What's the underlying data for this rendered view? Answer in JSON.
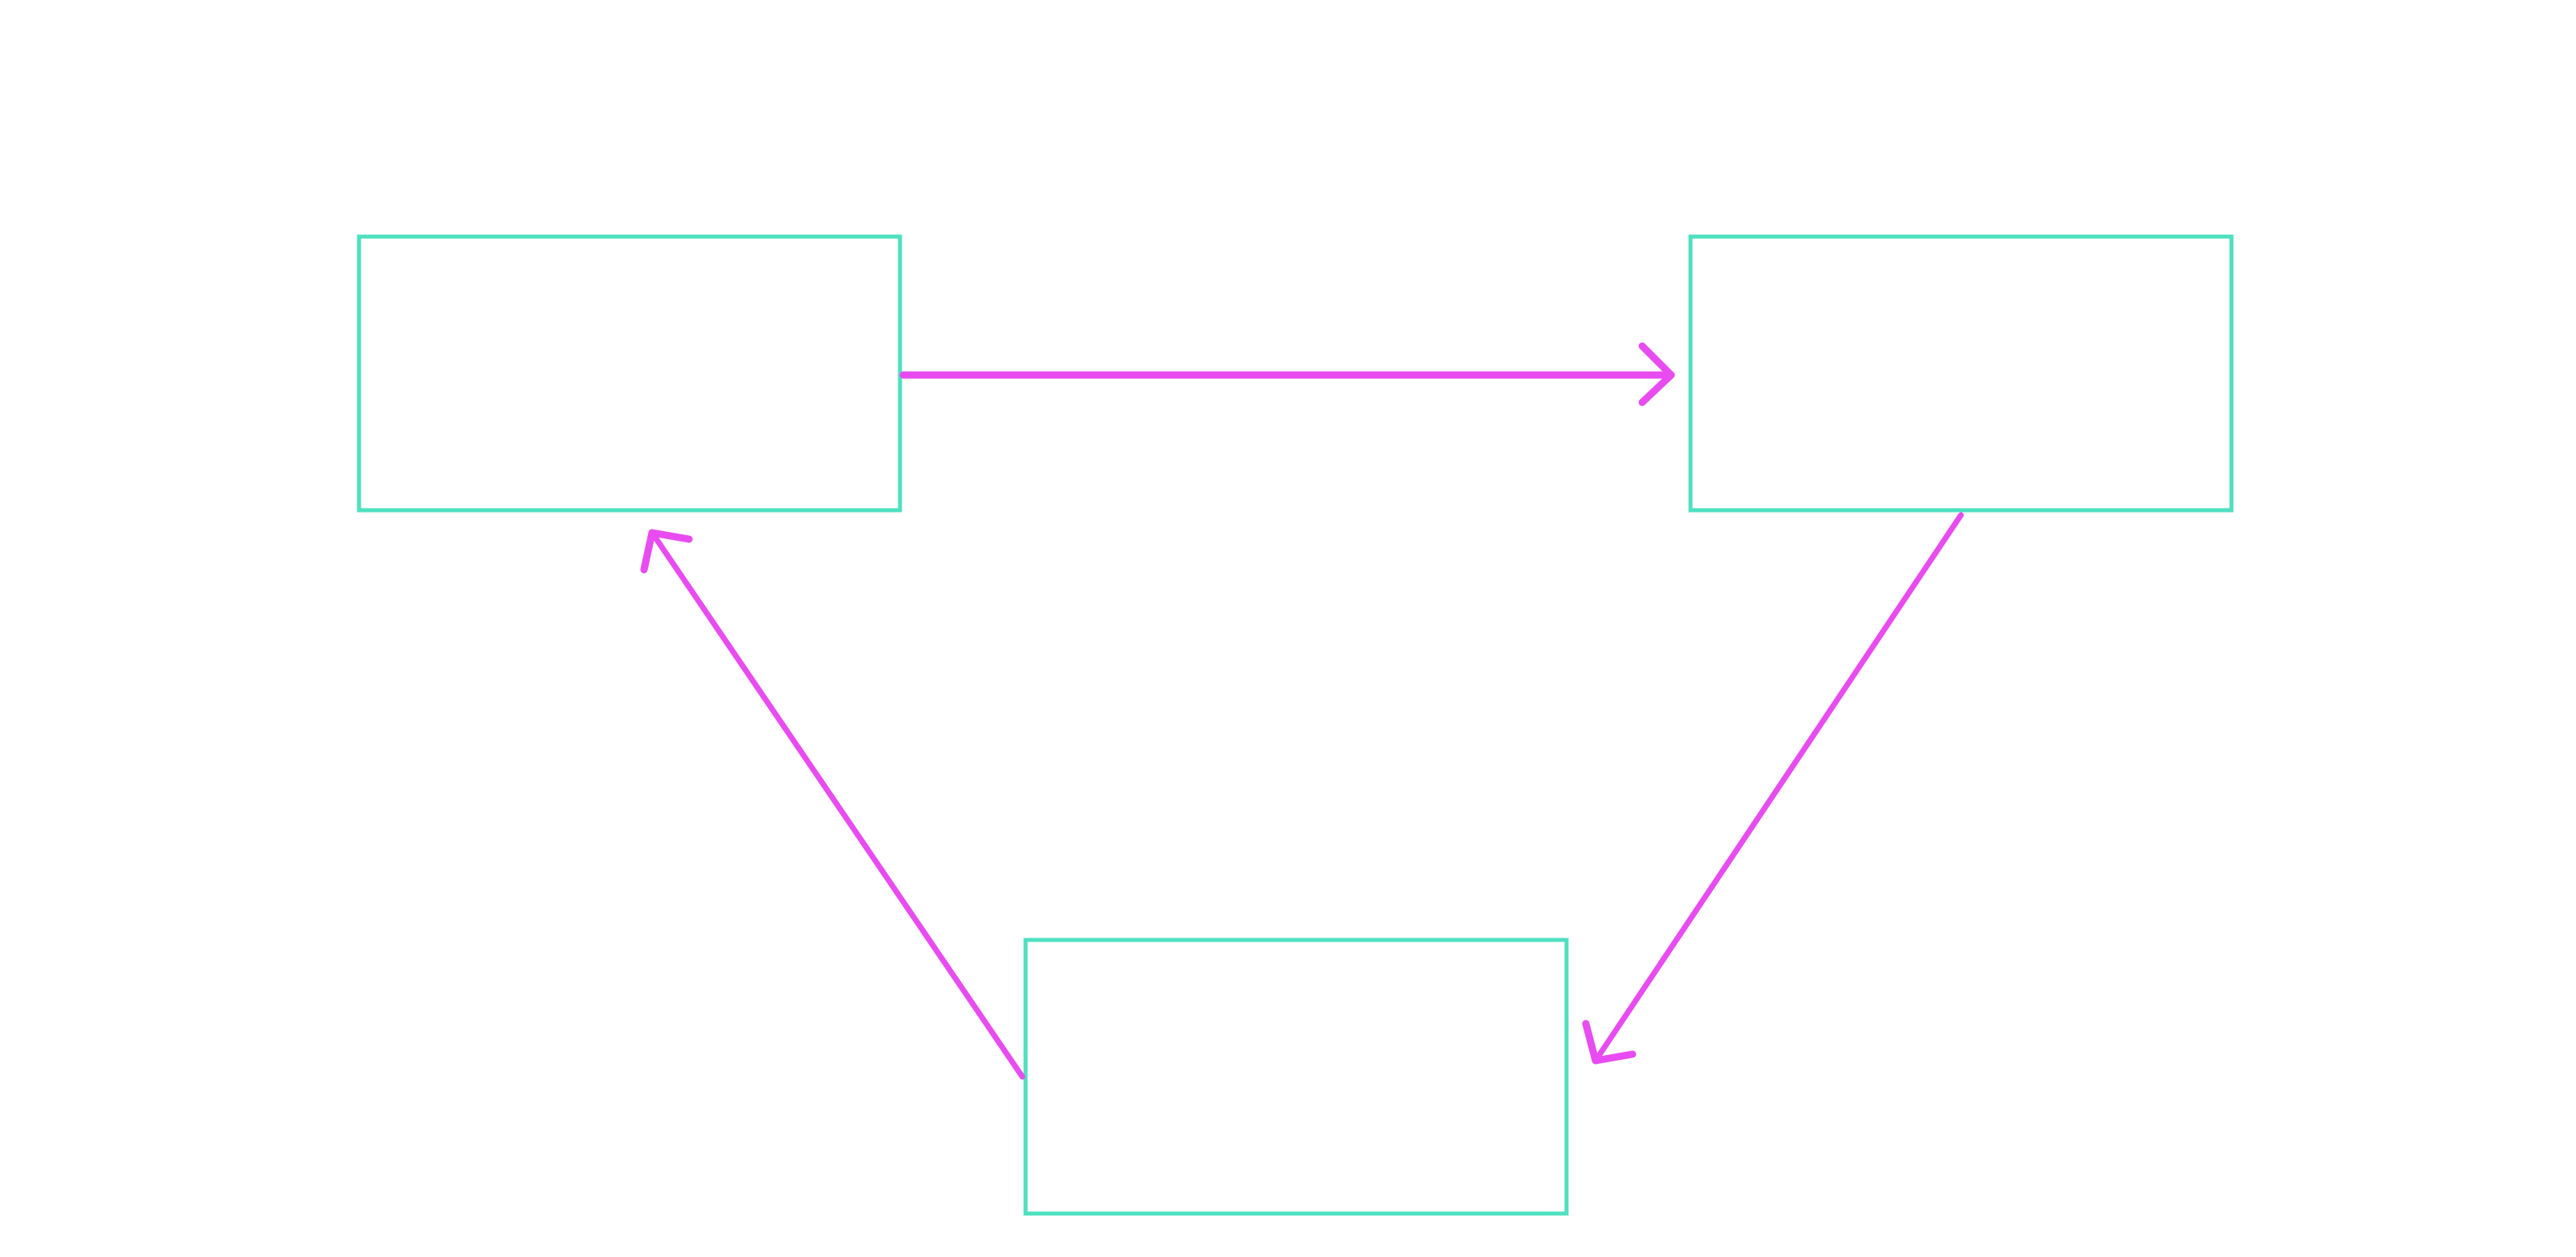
{
  "diagram": {
    "type": "cycle",
    "node_count": 3,
    "nodes": [
      {
        "id": "node-top-left",
        "label": ""
      },
      {
        "id": "node-top-right",
        "label": ""
      },
      {
        "id": "node-bottom",
        "label": ""
      }
    ],
    "edges": [
      {
        "from": "node-top-left",
        "to": "node-top-right"
      },
      {
        "from": "node-top-right",
        "to": "node-bottom"
      },
      {
        "from": "node-bottom",
        "to": "node-top-left"
      }
    ]
  },
  "colors": {
    "background": "#ffffff",
    "node_border": "#4fe0c0",
    "arrow": "#e84cf0"
  }
}
